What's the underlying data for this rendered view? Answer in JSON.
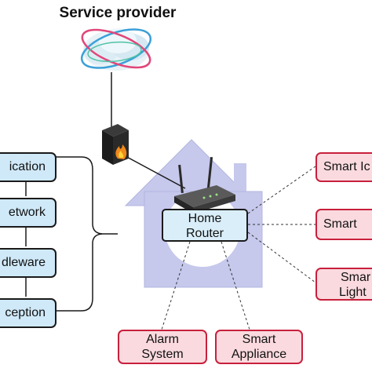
{
  "title": "Service provider",
  "layers": [
    "ication",
    "etwork",
    "dleware",
    "ception"
  ],
  "router": {
    "line1": "Home",
    "line2": "Router"
  },
  "devices": {
    "smart_top": "Smart Ic",
    "smart_mid": "Smart",
    "smart_light_1": "Smar",
    "smart_light_2": "Light",
    "alarm_1": "Alarm",
    "alarm_2": "System",
    "appliance_1": "Smart",
    "appliance_2": "Appliance"
  },
  "icons": {
    "cloud": "service-provider-cloud-icon",
    "firewall": "firewall-icon",
    "router": "wifi-router-icon",
    "house": "house-icon"
  },
  "colors": {
    "house": "#c6c8ec",
    "layer_fill": "#cfe9f8",
    "router_fill": "#d9eef9",
    "device_fill": "#fadadf",
    "device_border": "#c8203c"
  }
}
